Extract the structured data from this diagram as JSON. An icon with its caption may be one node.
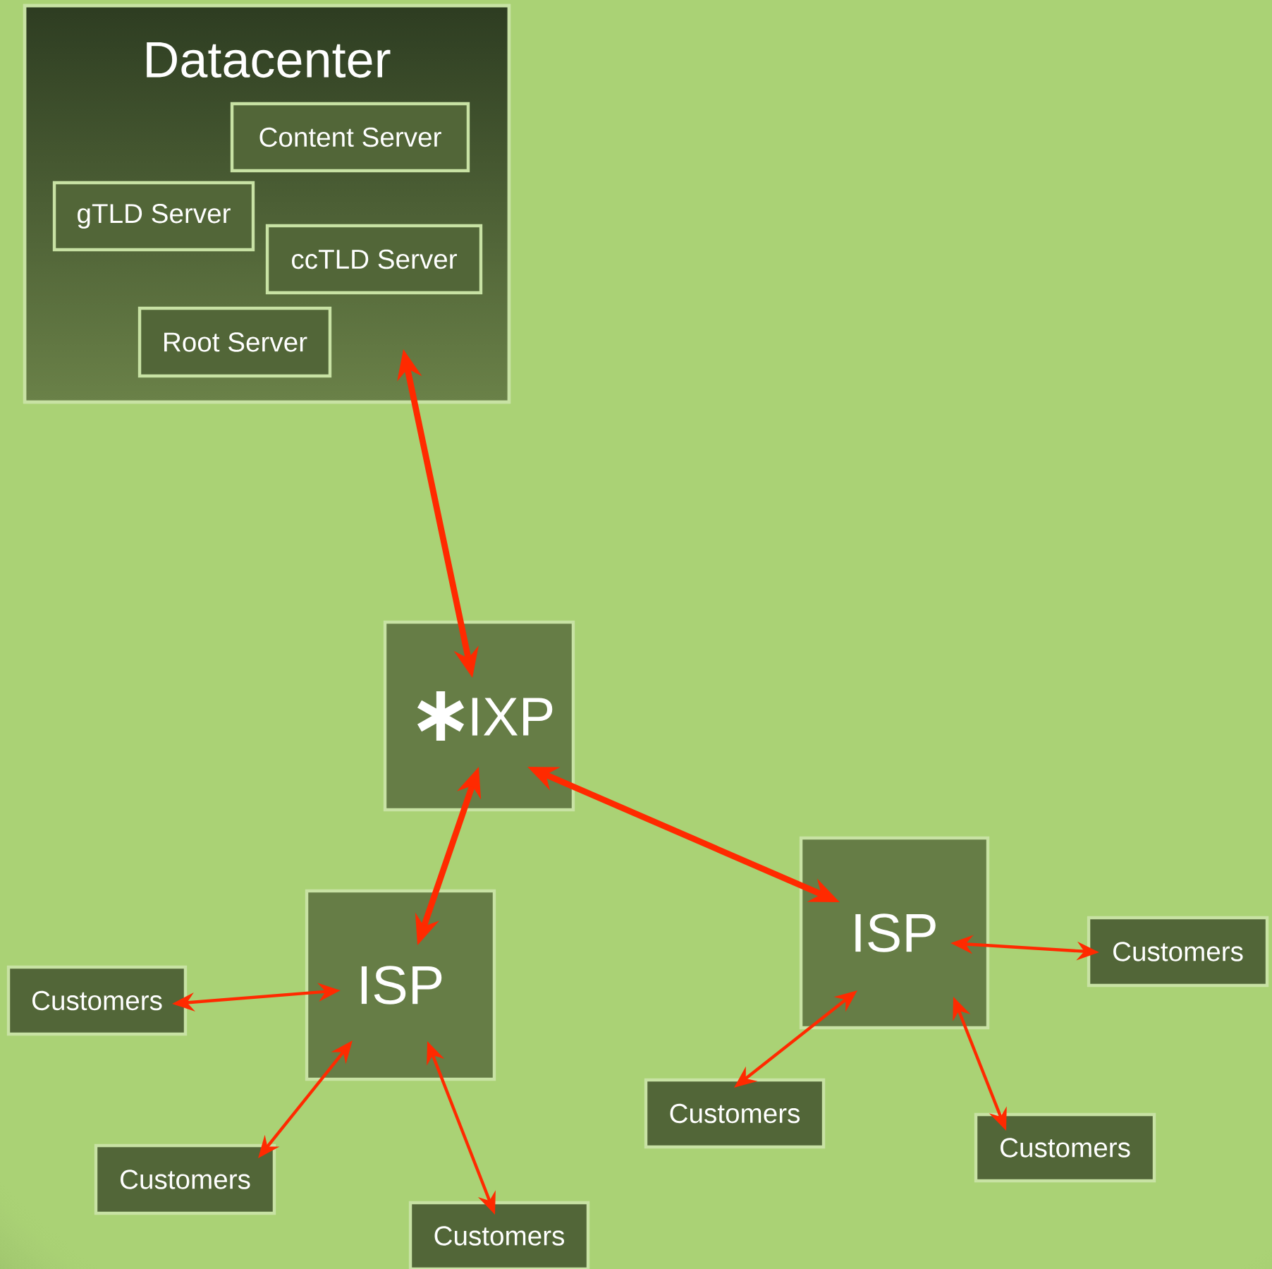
{
  "diagram": {
    "nodes": [
      {
        "text": [
          "Datacenter"
        ]
      },
      {
        "text": [
          "Content Server"
        ],
        "in": 0
      },
      {
        "text": [
          "gTLD Server"
        ],
        "in": 0
      },
      {
        "text": [
          "ccTLD Server"
        ],
        "in": 0
      },
      {
        "text": [
          "Root Server"
        ],
        "in": 0
      },
      {
        "text": [
          "IXP"
        ]
      },
      {
        "text": [
          "ISP"
        ]
      },
      {
        "text": [
          "ISP"
        ]
      },
      {
        "text": [
          "Customers"
        ]
      },
      {
        "text": [
          "Customers"
        ]
      },
      {
        "text": [
          "Customers"
        ]
      },
      {
        "text": [
          "Customers"
        ]
      },
      {
        "text": [
          "Customers"
        ]
      },
      {
        "text": [
          "Customers"
        ]
      }
    ],
    "edges": [
      {
        "from": 0,
        "to": 5,
        "arrow": "both",
        "style": "thick"
      },
      {
        "from": 5,
        "to": 6,
        "arrow": "both",
        "style": "thick"
      },
      {
        "from": 5,
        "to": 7,
        "arrow": "both",
        "style": "thick"
      },
      {
        "from": 6,
        "to": 8,
        "arrow": "both"
      },
      {
        "from": 6,
        "to": 9,
        "arrow": "both"
      },
      {
        "from": 6,
        "to": 10,
        "arrow": "both"
      },
      {
        "from": 7,
        "to": 12,
        "arrow": "both"
      },
      {
        "from": 7,
        "to": 11,
        "arrow": "both"
      },
      {
        "from": 7,
        "to": 13,
        "arrow": "both"
      }
    ]
  }
}
